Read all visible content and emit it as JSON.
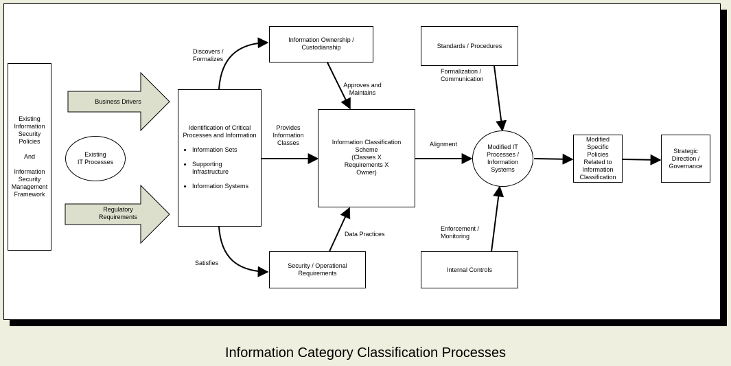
{
  "diagram": {
    "policy_box": "Existing\nInformation\nSecurity\nPolicies\n\nAnd\n\nInformation\nSecurity\nManagement\nFramework",
    "business_drivers": "Business Drivers",
    "regulatory_requirements": "Regulatory\nRequirements",
    "existing_it_processes": "Existing\nIT Processes",
    "identification": {
      "title": "Identification of Critical\nProcesses and Information",
      "items": [
        "Information Sets",
        "Supporting\nInfrastructure",
        "Information Systems"
      ]
    },
    "ownership_box": "Information Ownership /\nCustodianship",
    "security_box": "Security / Operational\nRequirements",
    "classification_box": "Information Classification\nScheme\n(Classes X\nRequirements X\nOwner)",
    "standards_box": "Standards / Procedures",
    "internal_controls_box": "Internal Controls",
    "modified_it": "Modified IT\nProcesses /\nInformation\nSystems",
    "modified_policies": "Modified\nSpecific\nPolicies\nRelated to\nInformation\nClassification",
    "strategic_box": "Strategic\nDirection /\nGovernance",
    "labels": {
      "discovers": "Discovers /\nFormalizes",
      "satisfies": "Satisfies",
      "provides": "Provides\nInformation\nClasses",
      "approves": "Approves and\nMaintains",
      "data_practices": "Data Practices",
      "alignment": "Alignment",
      "formalization": "Formalization /\nCommunication",
      "enforcement": "Enforcement /\nMonitoring"
    }
  },
  "caption": "Information Category Classification Processes",
  "colors": {
    "background": "#efefdf",
    "fat_arrow_fill": "#dcdfcb",
    "line": "#000000"
  }
}
